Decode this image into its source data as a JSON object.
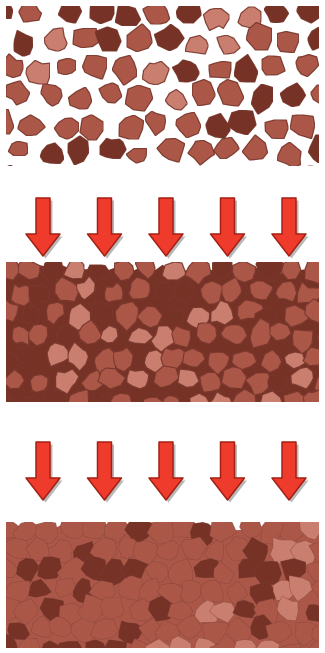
{
  "diagram": {
    "panels": [
      {
        "stage": "separated",
        "density": 0.25
      },
      {
        "stage": "compacted",
        "density": 0.78
      },
      {
        "stage": "fused",
        "density": 1.0
      }
    ],
    "arrow_rows": [
      {
        "count": 5,
        "direction": "down"
      },
      {
        "count": 5,
        "direction": "down"
      }
    ],
    "colors": {
      "background": "#ffffff",
      "particle": "#b05a4a",
      "particle_dark": "#7a3428",
      "particle_light": "#cf8272",
      "arrow_fill": "#ef3b2c",
      "arrow_stroke": "#a31f14"
    }
  }
}
